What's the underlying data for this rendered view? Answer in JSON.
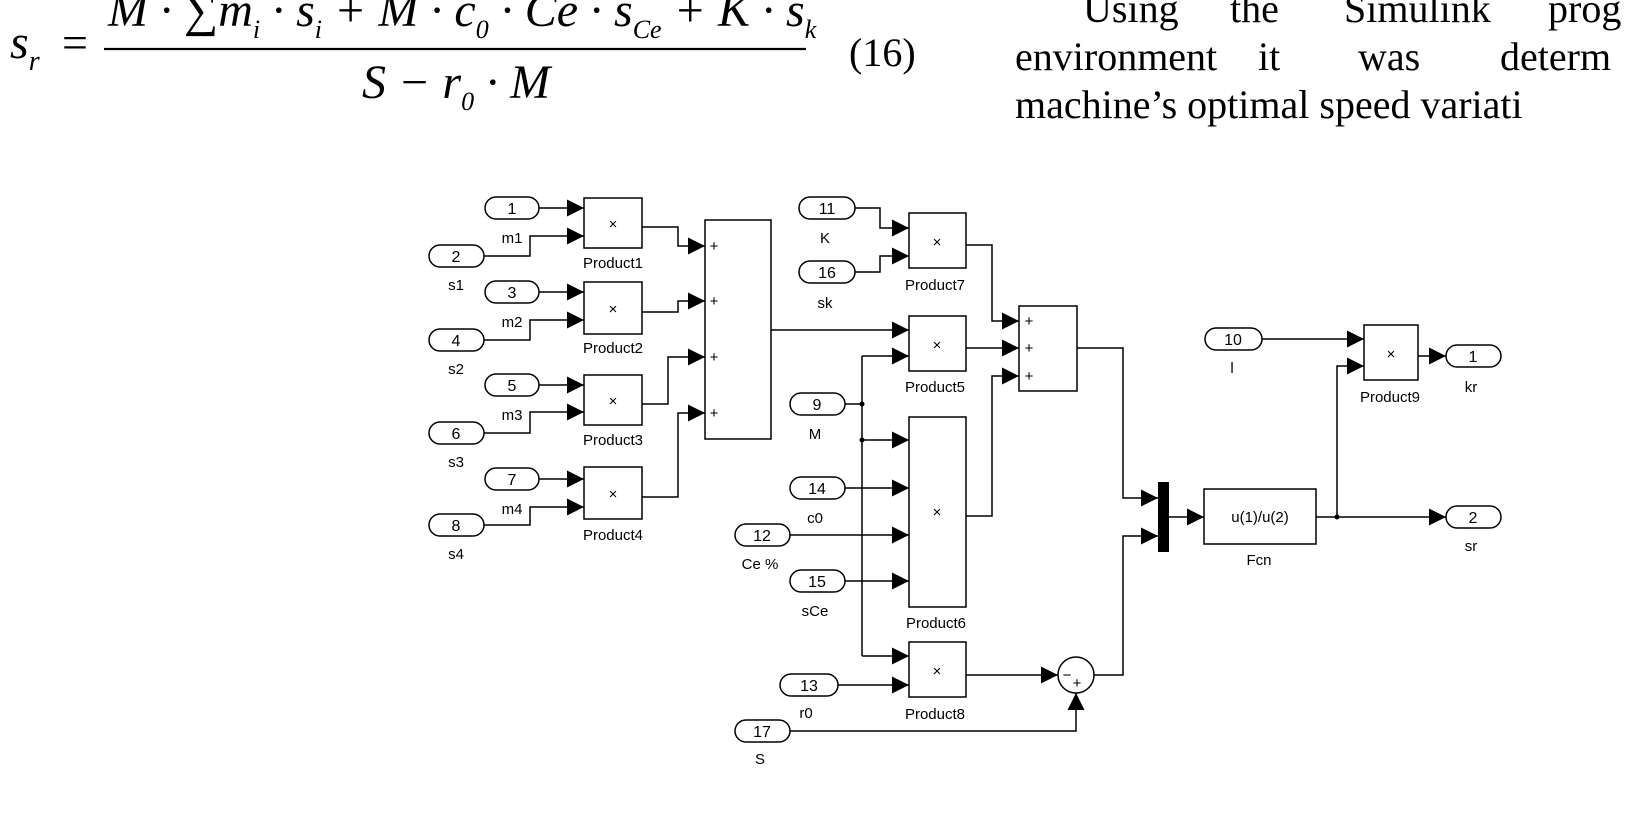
{
  "equation": {
    "lhs": "s",
    "lhs_sub": "r",
    "eq_sign": "=",
    "numerator_terms": [
      {
        "text": "M · ∑m",
        "sub": "i"
      },
      {
        "text": " · s",
        "sub": "i"
      },
      {
        "text": " + M · c",
        "sub": "0"
      },
      {
        "text": " · Ce · s",
        "sub": "Ce"
      },
      {
        "text": " + K · s",
        "sub": "k"
      }
    ],
    "denominator_terms": [
      {
        "text": "S − r",
        "sub": "0"
      },
      {
        "text": " · M",
        "sub": ""
      }
    ],
    "number": "(16)"
  },
  "body_text": {
    "line1": [
      "Using",
      "the",
      "Simulink",
      "prog"
    ],
    "line2": [
      "environment",
      "it",
      "was",
      "determ"
    ],
    "line3": "machine’s optimal speed variati"
  },
  "diagram": {
    "inports": [
      {
        "id": "in1",
        "num": "1",
        "label": "m1"
      },
      {
        "id": "in2",
        "num": "2",
        "label": "s1"
      },
      {
        "id": "in3",
        "num": "3",
        "label": "m2"
      },
      {
        "id": "in4",
        "num": "4",
        "label": "s2"
      },
      {
        "id": "in5",
        "num": "5",
        "label": "m3"
      },
      {
        "id": "in6",
        "num": "6",
        "label": "s3"
      },
      {
        "id": "in7",
        "num": "7",
        "label": "m4"
      },
      {
        "id": "in8",
        "num": "8",
        "label": "s4"
      },
      {
        "id": "in11",
        "num": "11",
        "label": "K"
      },
      {
        "id": "in16",
        "num": "16",
        "label": "sk"
      },
      {
        "id": "in9",
        "num": "9",
        "label": "M"
      },
      {
        "id": "in14",
        "num": "14",
        "label": "c0"
      },
      {
        "id": "in12",
        "num": "12",
        "label": "Ce %"
      },
      {
        "id": "in15",
        "num": "15",
        "label": "sCe"
      },
      {
        "id": "in13",
        "num": "13",
        "label": "r0"
      },
      {
        "id": "in17",
        "num": "17",
        "label": "S"
      },
      {
        "id": "in10",
        "num": "10",
        "label": "l"
      }
    ],
    "outports": [
      {
        "id": "out1",
        "num": "1",
        "label": "kr"
      },
      {
        "id": "out2",
        "num": "2",
        "label": "sr"
      }
    ],
    "products": [
      {
        "id": "p1",
        "label": "Product1"
      },
      {
        "id": "p2",
        "label": "Product2"
      },
      {
        "id": "p3",
        "label": "Product3"
      },
      {
        "id": "p4",
        "label": "Product4"
      },
      {
        "id": "p7",
        "label": "Product7"
      },
      {
        "id": "p5",
        "label": "Product5"
      },
      {
        "id": "p6",
        "label": "Product6"
      },
      {
        "id": "p8",
        "label": "Product8"
      },
      {
        "id": "p9",
        "label": "Product9"
      }
    ],
    "product_symbol": "×",
    "plus_sign": "+",
    "minus_sign": "−",
    "fcn": {
      "expr": "u(1)/u(2)",
      "label": "Fcn"
    }
  }
}
